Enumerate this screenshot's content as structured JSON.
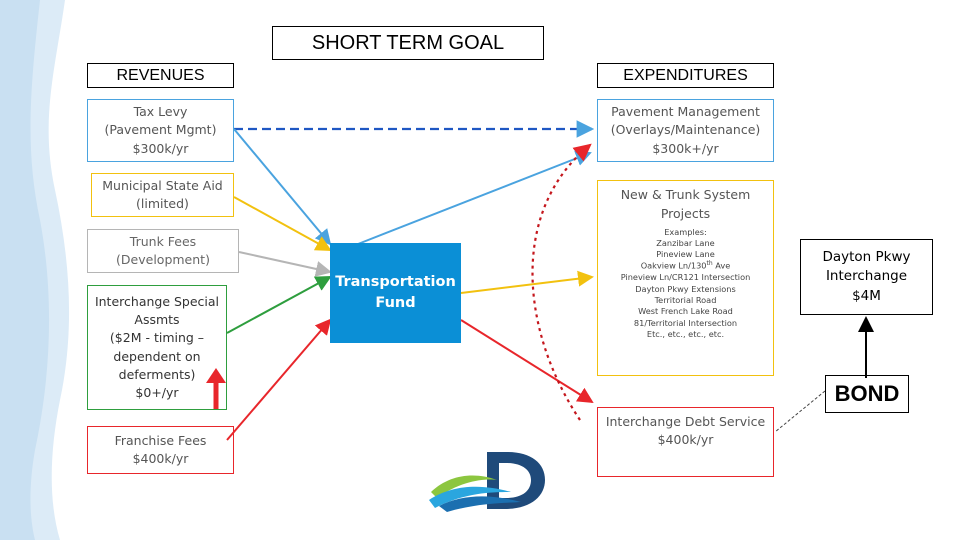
{
  "title": "SHORT TERM GOAL",
  "revenues_header": "REVENUES",
  "expenditures_header": "EXPENDITURES",
  "revenues": [
    {
      "label": "Tax Levy\n(Pavement Mgmt)\n$300k/yr",
      "color": "#4aa3df"
    },
    {
      "label": "Municipal State Aid\n(limited)",
      "color": "#f2c10f"
    },
    {
      "label": "Trunk Fees\n(Development)",
      "color": "#b5b5b5"
    },
    {
      "label": "Interchange Special\nAssmts\n($2M - timing –\ndependent on\ndeferments)\n$0+/yr",
      "color": "#2e9e3e"
    },
    {
      "label": "Franchise Fees\n$400k/yr",
      "color": "#e8262b"
    }
  ],
  "fund_label": "Transportation\nFund",
  "expenditures": [
    {
      "label": "Pavement Management\n(Overlays/Maintenance)\n$300k+/yr",
      "color": "#4aa3df"
    },
    {
      "label": "New & Trunk System\nProjects",
      "color": "#f2c10f"
    },
    {
      "label": "Interchange Debt Service\n$400k/yr",
      "color": "#e8262b"
    }
  ],
  "examples": [
    "Examples:",
    "Zanzibar Lane",
    "Pineview Lane",
    "Oakview Ln/130",
    "Pineview Ln/CR121 Intersection",
    "Dayton Pkwy Extensions",
    "Territorial Road",
    "West French Lake Road",
    "81/Territorial Intersection",
    "Etc., etc., etc., etc."
  ],
  "example_sup": "th",
  "example_suffix": " Ave",
  "interchange_box": "Dayton Pkwy\nInterchange\n$4M",
  "bond_label": "BOND",
  "colors": {
    "blue": "#4aa3df",
    "yellow": "#f2c10f",
    "gray": "#b5b5b5",
    "green": "#2e9e3e",
    "red": "#e8262b",
    "fund_blue": "#0b8fd6",
    "logo_navy": "#1f4a7a"
  }
}
